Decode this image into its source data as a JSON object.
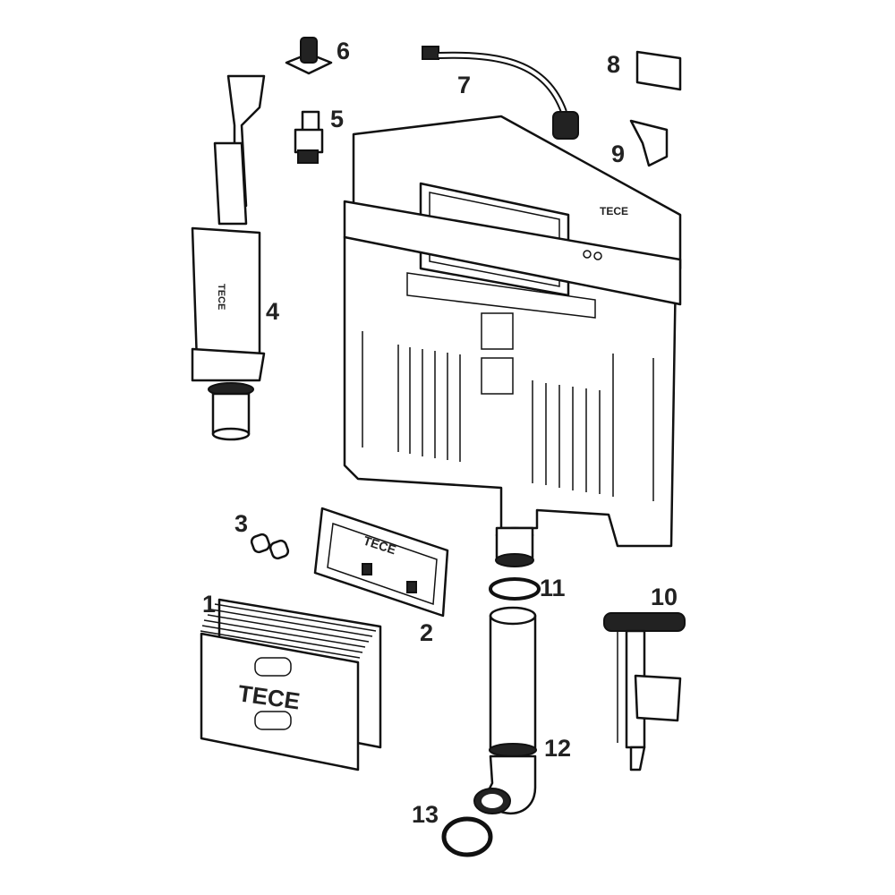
{
  "diagram": {
    "brand_logo": "TECE",
    "callouts": [
      {
        "id": "1",
        "part": "insulation-box"
      },
      {
        "id": "2",
        "part": "mounting-plate"
      },
      {
        "id": "3",
        "part": "plugs"
      },
      {
        "id": "4",
        "part": "flush-valve"
      },
      {
        "id": "5",
        "part": "angle-valve"
      },
      {
        "id": "6",
        "part": "connector"
      },
      {
        "id": "7",
        "part": "flexible-hose"
      },
      {
        "id": "8",
        "part": "bracket"
      },
      {
        "id": "9",
        "part": "clip"
      },
      {
        "id": "10",
        "part": "fill-valve"
      },
      {
        "id": "11",
        "part": "seal-ring"
      },
      {
        "id": "12",
        "part": "flush-pipe"
      },
      {
        "id": "13",
        "part": "seal-ring-small"
      }
    ]
  }
}
